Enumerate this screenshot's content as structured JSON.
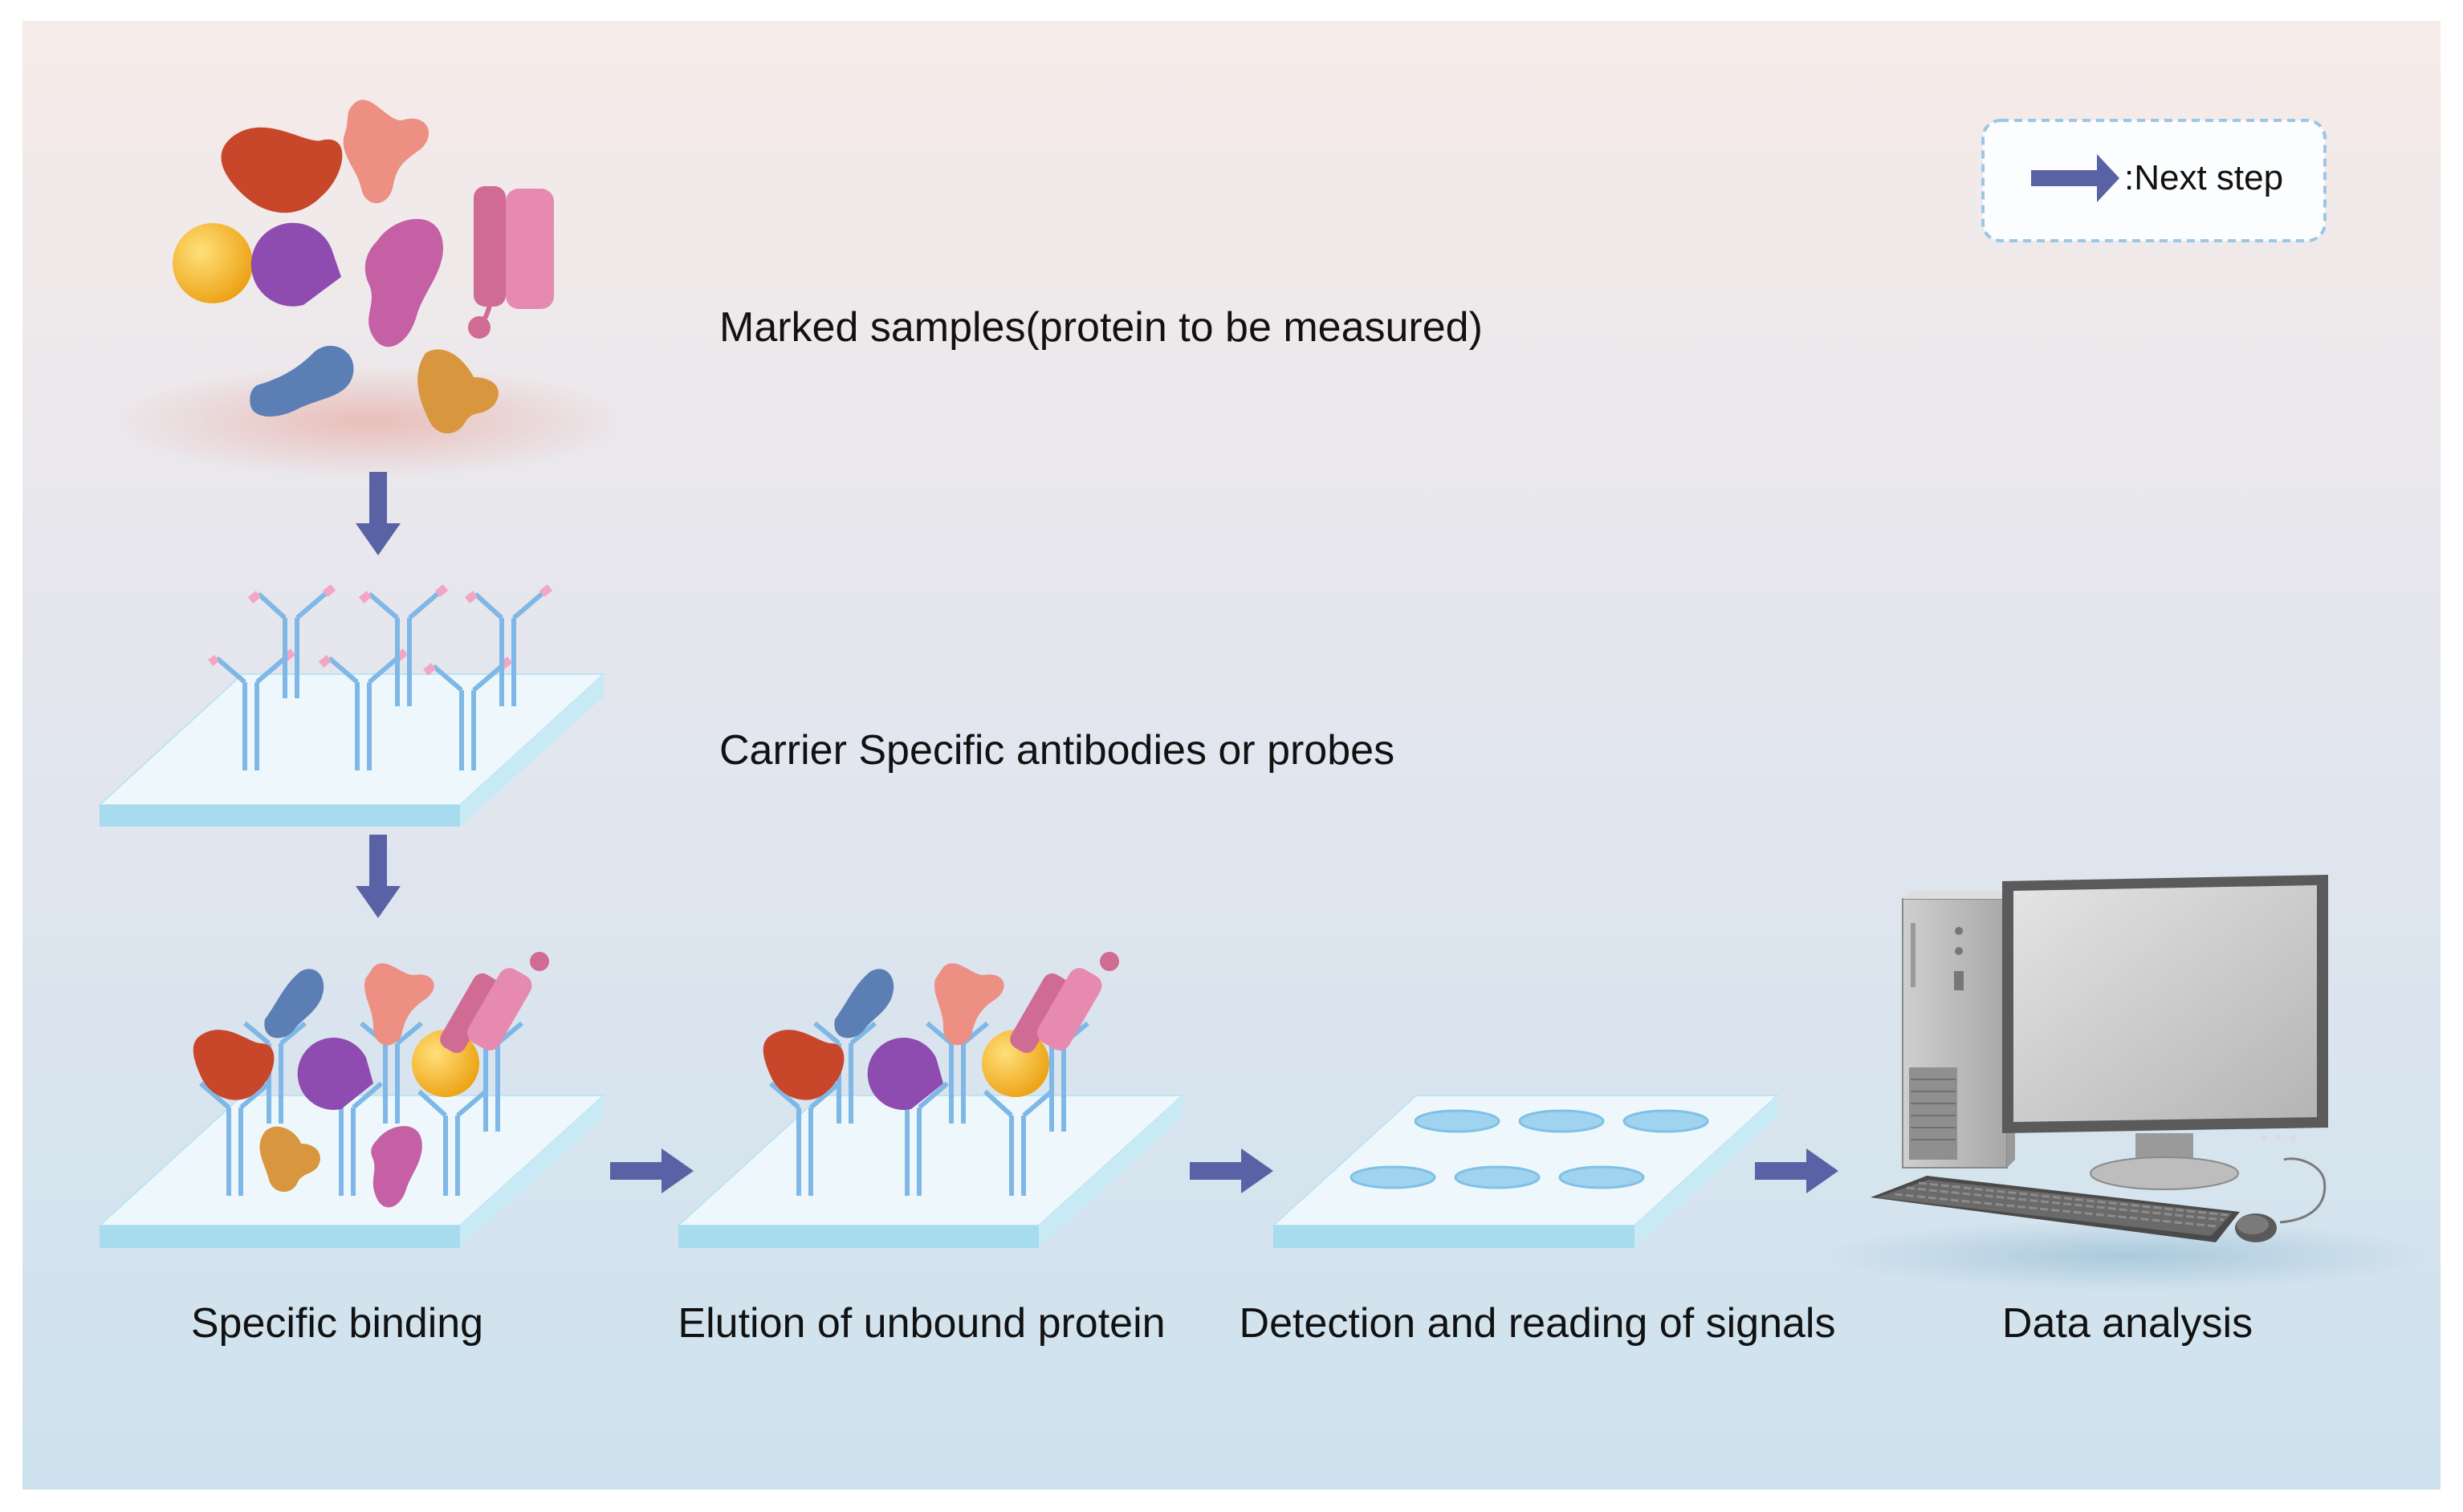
{
  "legend": {
    "text": ":Next step"
  },
  "labels": {
    "marked_samples": "Marked samples(protein to be measured)",
    "carrier": "Carrier Specific antibodies or probes",
    "specific_binding": "Specific binding",
    "elution": "Elution of unbound protein",
    "detection": "Detection and reading of signals",
    "data_analysis": "Data analysis"
  },
  "colors": {
    "background_top": "#f6ebe8",
    "background_bottom": "#cfe2ee",
    "arrow": "#5a62a6",
    "plate_top": "#eef8fc",
    "plate_edge": "#a6dcee",
    "antibody": "#7fb8e6",
    "antibody_tip": "#f2a6c4",
    "well": "#9fd3ef",
    "protein_red": "#c8462a",
    "protein_salmon": "#ee8f83",
    "protein_yellow": "#f5b41c",
    "protein_purple": "#8e4bb0",
    "protein_magenta": "#c560a5",
    "protein_pink": "#d06c94",
    "protein_blue": "#5b7fb5",
    "protein_orange": "#d8963e",
    "computer_grey": "#9a9a9a"
  }
}
